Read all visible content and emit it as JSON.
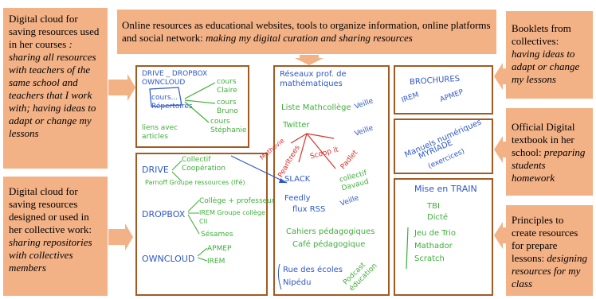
{
  "top_banner": {
    "text": "Online resources as educational websites, tools to organize information, online platforms and social network: ",
    "emphasis": "making my digital curation and sharing resources"
  },
  "left_callouts": [
    {
      "text": "Digital cloud for saving resources used in her courses ",
      "emphasis": ": sharing all resources with teachers of the same school and teachers that I work with; having ideas to adapt or change my lessons"
    },
    {
      "text": "Digital cloud for saving resources designed or used in her collective work: ",
      "emphasis": "sharing repositories with collectives members"
    }
  ],
  "right_callouts": [
    {
      "text": "Booklets from collectives: ",
      "emphasis": "having ideas to adapt or change my lessons"
    },
    {
      "text": "Official Digital textbook in her school: ",
      "emphasis": "preparing students homework"
    },
    {
      "text": "Principles to create resources for prepare lessons: ",
      "emphasis": "designing resources for my class"
    }
  ],
  "sketch": {
    "cloud_box": {
      "title": "DRIVE _ DROPBOX OWNCLOUD",
      "hub": "cours... Répertoires",
      "branches": [
        "cours Claire",
        "cours Bruno",
        "cours Stéphanie",
        "liens avec articles"
      ]
    },
    "collectives_box": {
      "drive": {
        "label": "DRIVE",
        "items": [
          "Collectif Coopération",
          "Parnoff Groupe ressources (IFé)"
        ]
      },
      "dropbox": {
        "label": "DROPBOX",
        "items": [
          "Collège + professeurs",
          "IREM Groupe collège CII",
          "Sésames"
        ]
      },
      "owncloud": {
        "label": "OWNCLOUD",
        "items": [
          "APMEP",
          "IREM"
        ]
      }
    },
    "center_box": {
      "title": "Réseaux prof. de mathématiques",
      "items": [
        "Liste Mathcollège",
        "Twitter",
        "SLACK",
        "Feedly",
        "flux RSS",
        "Cahiers pédagogiques",
        "Café pédagogique",
        "Rue des écoles",
        "Nipédu"
      ],
      "tags": [
        "Veille",
        "Veille",
        "Veille",
        "collectif Davaud",
        "Podcast éducation"
      ],
      "red_words": [
        "Mathovie",
        "Scoop it",
        "Padlet",
        "Pearltrees"
      ]
    },
    "brochures_box": {
      "title": "BROCHURES",
      "items": [
        "IREM",
        "APMEP"
      ]
    },
    "textbook_box": {
      "lines": [
        "Manuels numériques",
        "MYRIADE",
        "(exercices)"
      ]
    },
    "mise_box": {
      "title": "Mise en TRAIN",
      "items": [
        "TBI",
        "Dicté",
        "Jeu de Trio",
        "Mathador",
        "Scratch"
      ]
    }
  },
  "colors": {
    "callout": "#f3b186",
    "frame": "#a35a22",
    "blue_ink": "#2e58c9",
    "green_ink": "#3fae3a",
    "red_ink": "#d8312b",
    "arrow": "#f3b186"
  }
}
